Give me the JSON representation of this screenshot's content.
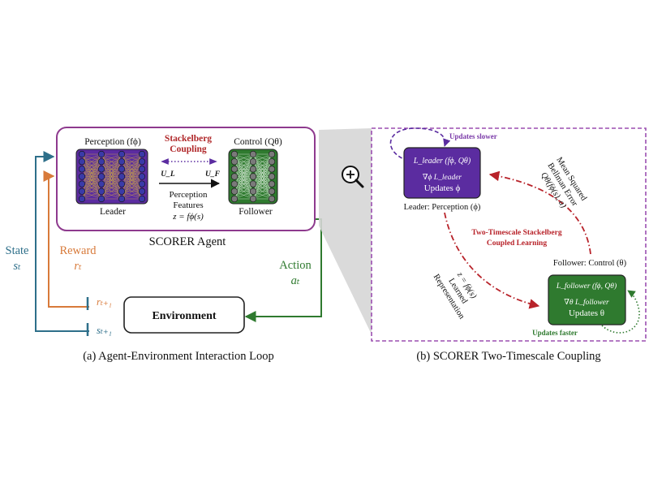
{
  "left_panel": {
    "agent_label": "SCORER Agent",
    "perception_title": "Perception (fϕ)",
    "leader_label": "Leader",
    "coupling_line1": "Stackelberg",
    "coupling_line2": "Coupling",
    "u_l": "U_L",
    "u_f": "U_F",
    "features_line1": "Perception",
    "features_line2": "Features",
    "features_eq": "z = fϕ(s)",
    "control_title": "Control (Qθ)",
    "follower_label": "Follower",
    "environment_label": "Environment",
    "state_label": "State",
    "state_symbol": "sₜ",
    "reward_label": "Reward",
    "reward_symbol": "rₜ",
    "action_label": "Action",
    "action_symbol": "aₜ",
    "r_next": "rₜ₊₁",
    "s_next": "sₜ₊₁",
    "caption": "(a) Agent-Environment Interaction Loop"
  },
  "right_panel": {
    "updates_slower": "Updates slower",
    "leader_loss": "L_leader (fϕ, Qθ)",
    "leader_grad": "∇ϕ L_leader",
    "leader_update": "Updates ϕ",
    "leader_caption": "Leader: Perception (ϕ)",
    "mse_line1": "Mean Squared",
    "mse_line2": "Bellman Error",
    "mse_line3": "Qθ(fϕ(s), a)",
    "center_line1": "Two-Timescale Stackelberg",
    "center_line2": "Coupled Learning",
    "repr_line1": "z = fϕ(s)",
    "repr_line2": "Learned",
    "repr_line3": "Representation",
    "follower_caption": "Follower: Control (θ)",
    "follower_loss": "L_follower (fϕ, Qθ)",
    "follower_grad": "∇θ L_follower",
    "follower_update": "Updates θ",
    "updates_faster": "Updates faster",
    "caption": "(b) SCORER  Two-Timescale Coupling"
  },
  "colors": {
    "agent_border": "#8e3a8e",
    "leader_fill": "#5b2ca0",
    "leader_node": "#3a3aa8",
    "leader_edge": "#d9b83a",
    "follower_fill": "#2f7a2f",
    "follower_node": "#7a7a7a",
    "coupling_text": "#b0282a",
    "state": "#2e6f8a",
    "reward": "#d87a3a",
    "action": "#2f7a2f",
    "dashed_box": "#9b4fb0",
    "red_dashdot": "#b8232a",
    "slower_label": "#7a3aa8",
    "faster_label": "#2f7a2f"
  },
  "icons": {
    "zoom": "zoom-in-icon"
  }
}
